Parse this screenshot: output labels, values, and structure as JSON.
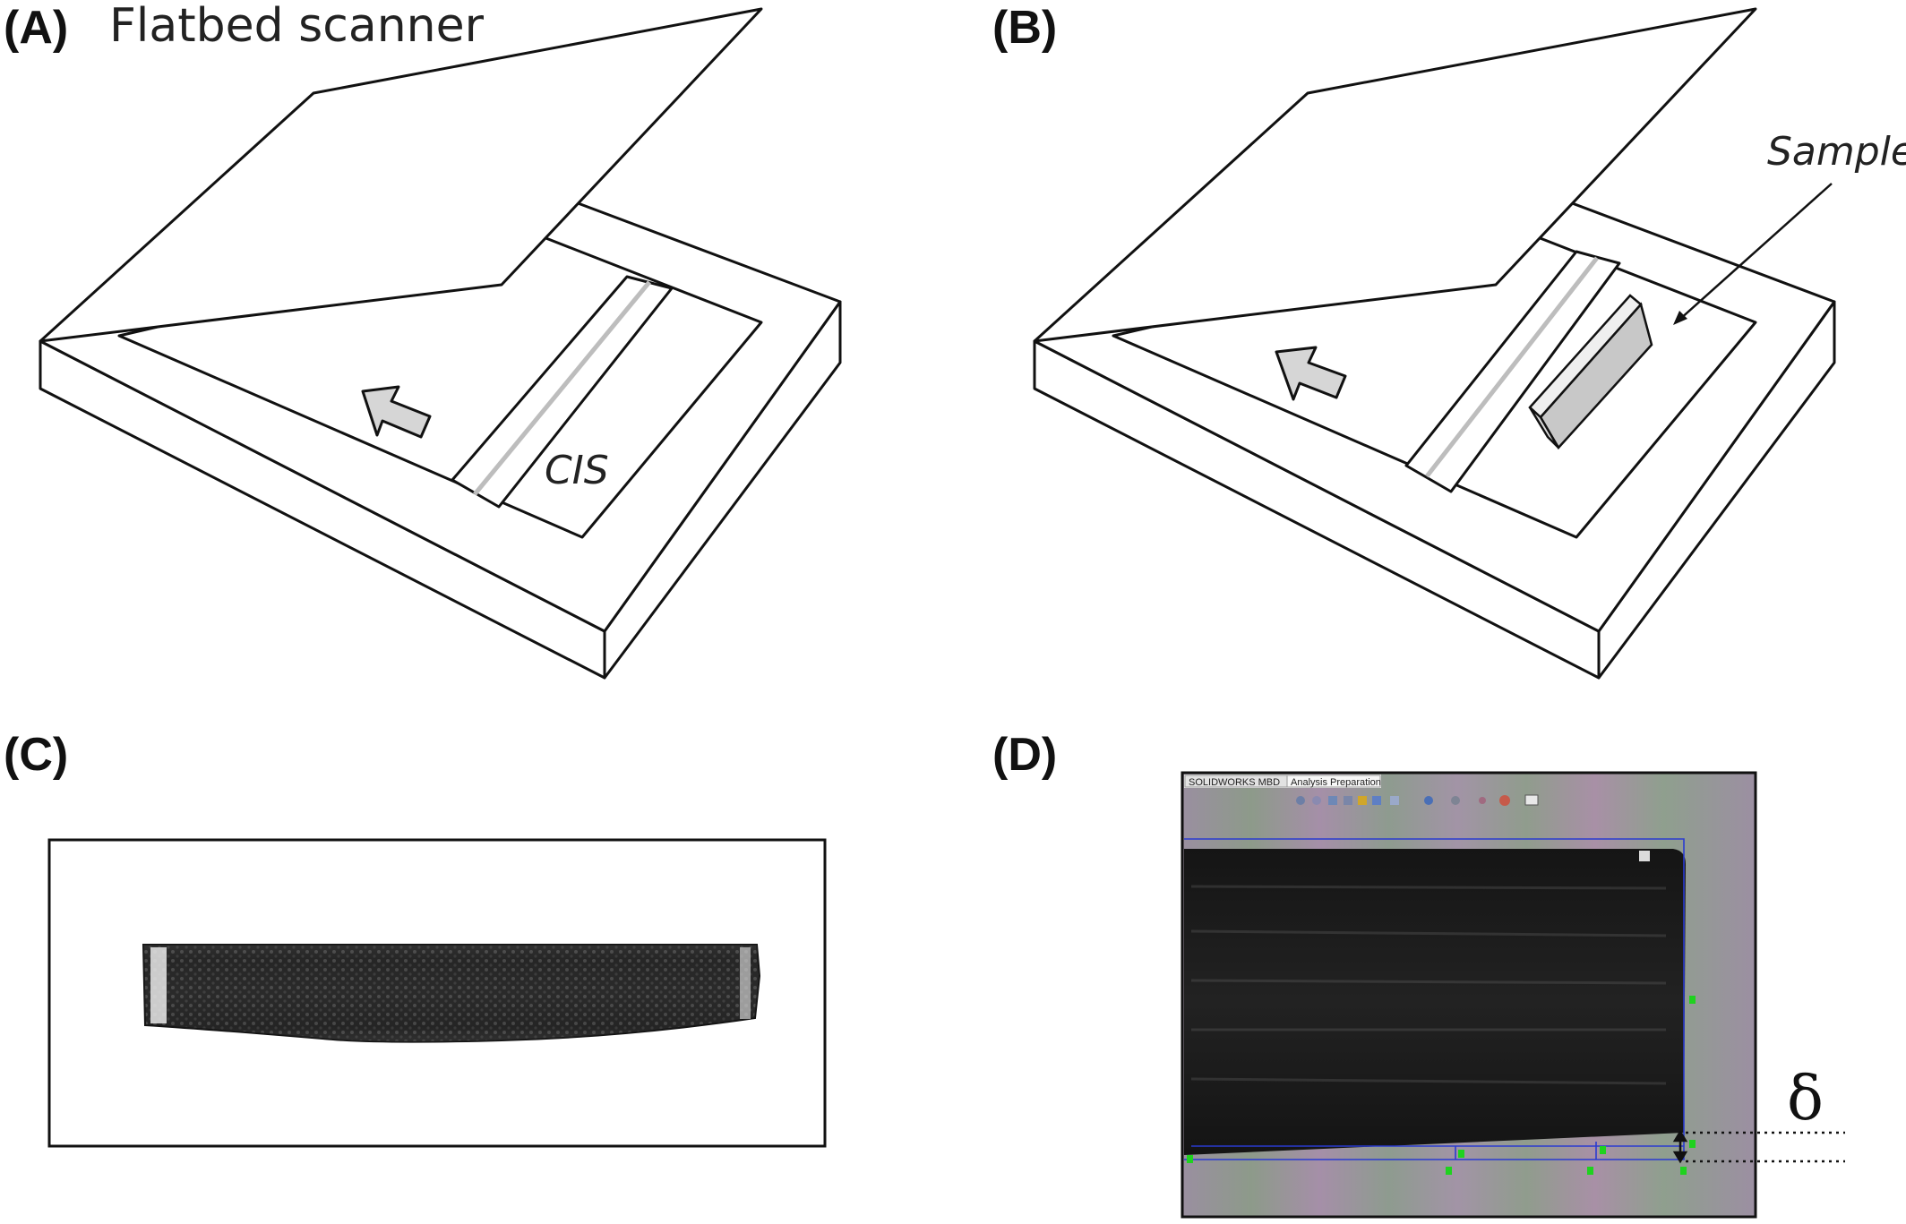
{
  "panels": {
    "a": {
      "label": "(A)",
      "caption": "Flatbed scanner",
      "cis_label": "CIS"
    },
    "b": {
      "label": "(B)",
      "sample_label": "Sample"
    },
    "c": {
      "label": "(C)"
    },
    "d": {
      "label": "(D)",
      "delta_symbol": "δ",
      "tabs": [
        "SOLIDWORKS MBD",
        "Analysis Preparation"
      ]
    }
  },
  "colors": {
    "outline": "#111111",
    "arrow_fill": "#d6d6d6",
    "cis_stripe": "#bdbdbd",
    "dimension_line": "#2a3bd0",
    "marker_green": "#1fd21f"
  }
}
